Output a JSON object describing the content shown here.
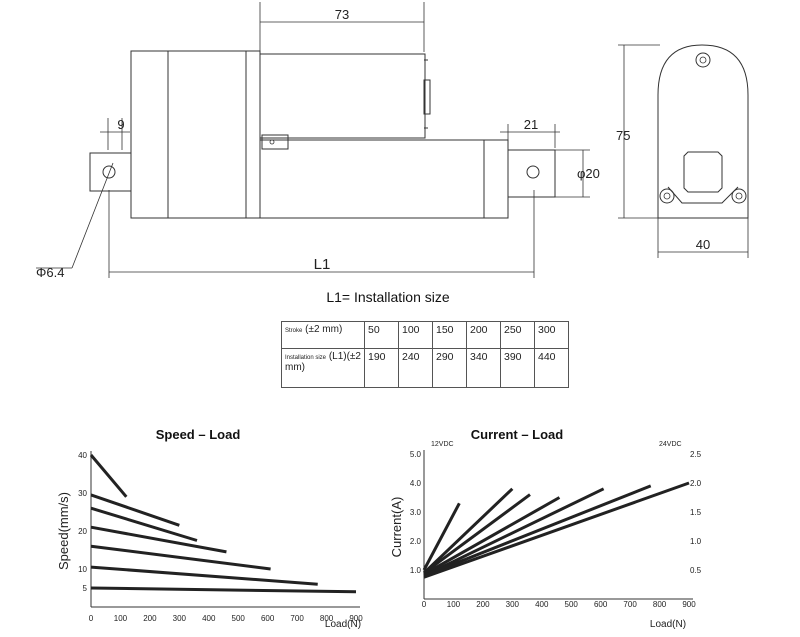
{
  "drawing": {
    "dim_top_width": "73",
    "dim_pin_offset": "9",
    "dim_rod_end": "21",
    "dim_rod_dia": "φ20",
    "dim_hole_dia": "Φ6.4",
    "dim_length": "L1",
    "dim_end_height": "75",
    "dim_end_width": "40"
  },
  "install_title": "L1= Installation size",
  "spec_table": {
    "row1_label_small": "Stroke",
    "row1_label_rest": "(±2 mm)",
    "row1_values": [
      "50",
      "100",
      "150",
      "200",
      "250",
      "300"
    ],
    "row2_label_small": "Installation size",
    "row2_label_rest": "(L1)(±2 mm)",
    "row2_values": [
      "190",
      "240",
      "290",
      "340",
      "390",
      "440"
    ]
  },
  "chart_data": [
    {
      "type": "line",
      "title": "Speed –  Load",
      "xlabel": "Load(N)",
      "ylabel": "Speed(mm/s)",
      "xlim": [
        0,
        900
      ],
      "ylim": [
        0,
        40
      ],
      "xticks": [
        "0",
        "100",
        "200",
        "300",
        "400",
        "500",
        "600",
        "700",
        "800",
        "900"
      ],
      "yticks": [
        "5",
        "10",
        "20",
        "30",
        "40"
      ],
      "series": [
        {
          "x": [
            0,
            120
          ],
          "y": [
            40,
            29
          ]
        },
        {
          "x": [
            0,
            300
          ],
          "y": [
            29.5,
            21.5
          ]
        },
        {
          "x": [
            0,
            360
          ],
          "y": [
            26,
            17.5
          ]
        },
        {
          "x": [
            0,
            460
          ],
          "y": [
            21,
            14.5
          ]
        },
        {
          "x": [
            0,
            610
          ],
          "y": [
            16,
            10
          ]
        },
        {
          "x": [
            0,
            770
          ],
          "y": [
            10.5,
            6
          ]
        },
        {
          "x": [
            0,
            900
          ],
          "y": [
            5,
            4
          ]
        }
      ]
    },
    {
      "type": "line",
      "title": "Current – Load",
      "xlabel": "Load(N)",
      "ylabel": "Current(A)",
      "xlim": [
        0,
        900
      ],
      "ylim": [
        0,
        5.0
      ],
      "y2lim": [
        0,
        2.5
      ],
      "xticks": [
        "0",
        "100",
        "200",
        "300",
        "400",
        "500",
        "600",
        "700",
        "800",
        "900"
      ],
      "yticks": [
        "1.0",
        "2.0",
        "3.0",
        "4.0",
        "5.0"
      ],
      "y2ticks": [
        "0.5",
        "1.0",
        "1.5",
        "2.0",
        "2.5"
      ],
      "y_unit_label": "12VDC",
      "y2_unit_label": "24VDC",
      "series": [
        {
          "x": [
            0,
            120
          ],
          "y": [
            1.0,
            3.3
          ]
        },
        {
          "x": [
            0,
            300
          ],
          "y": [
            0.9,
            3.8
          ]
        },
        {
          "x": [
            0,
            360
          ],
          "y": [
            0.9,
            3.6
          ]
        },
        {
          "x": [
            0,
            460
          ],
          "y": [
            0.85,
            3.5
          ]
        },
        {
          "x": [
            0,
            610
          ],
          "y": [
            0.8,
            3.8
          ]
        },
        {
          "x": [
            0,
            770
          ],
          "y": [
            0.8,
            3.9
          ]
        },
        {
          "x": [
            0,
            900
          ],
          "y": [
            0.75,
            4.0
          ]
        }
      ]
    }
  ]
}
